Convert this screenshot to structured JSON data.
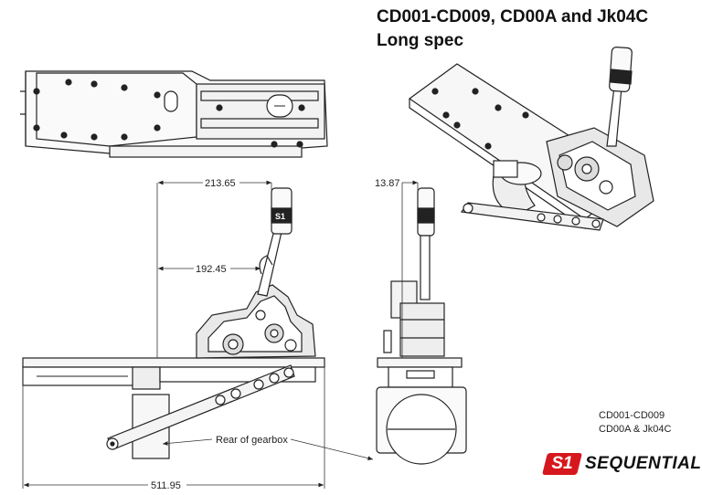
{
  "title": {
    "line1": "CD001-CD009, CD00A and Jk04C",
    "line2": "Long spec"
  },
  "dimensions": {
    "d1": "213.65",
    "d2": "192.45",
    "d3": "13.87",
    "d4": "511.95"
  },
  "callouts": {
    "rear_of_gearbox": "Rear of gearbox"
  },
  "info": {
    "line1": "CD001-CD009",
    "line2": "CD00A & Jk04C"
  },
  "brand": {
    "mark": "S1",
    "word": "SEQUENTIAL",
    "color": "#d6171d"
  },
  "views": [
    "top-view",
    "side-view",
    "rear-view",
    "isometric-view"
  ]
}
